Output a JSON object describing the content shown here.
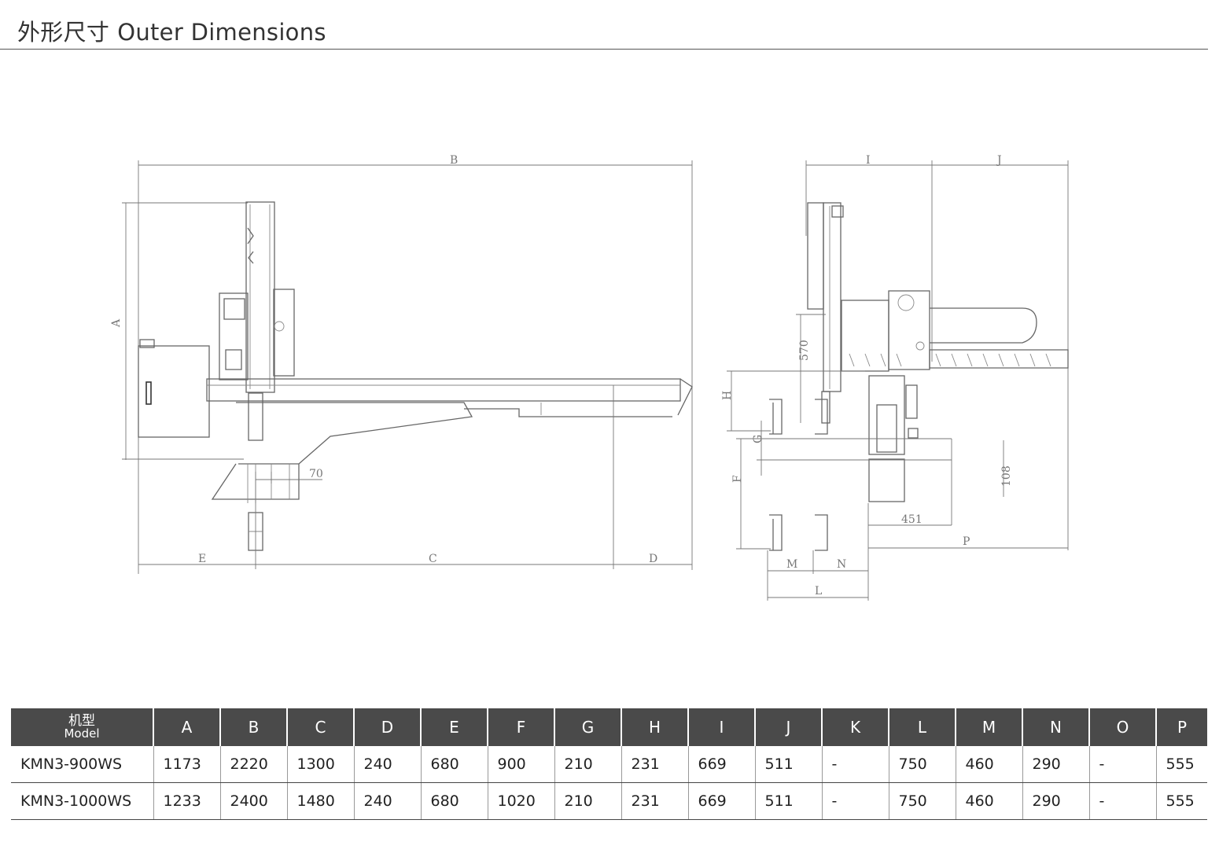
{
  "header": {
    "title_cn": "外形尺寸",
    "title_en": "Outer Dimensions"
  },
  "drawing": {
    "front_labels": {
      "A": "A",
      "B": "B",
      "C": "C",
      "D": "D",
      "E": "E",
      "v70": "70"
    },
    "side_labels": {
      "I": "I",
      "J": "J",
      "H": "H",
      "G": "G",
      "F": "F",
      "M": "M",
      "N": "N",
      "L": "L",
      "P": "P",
      "v570": "570",
      "v108": "108",
      "v451": "451"
    }
  },
  "table": {
    "model_header_cn": "机型",
    "model_header_en": "Model",
    "columns": [
      "A",
      "B",
      "C",
      "D",
      "E",
      "F",
      "G",
      "H",
      "I",
      "J",
      "K",
      "L",
      "M",
      "N",
      "O",
      "P"
    ],
    "rows": [
      {
        "model": "KMN3-900WS",
        "values": [
          "1173",
          "2220",
          "1300",
          "240",
          "680",
          "900",
          "210",
          "231",
          "669",
          "511",
          "-",
          "750",
          "460",
          "290",
          "-",
          "555"
        ]
      },
      {
        "model": "KMN3-1000WS",
        "values": [
          "1233",
          "2400",
          "1480",
          "240",
          "680",
          "1020",
          "210",
          "231",
          "669",
          "511",
          "-",
          "750",
          "460",
          "290",
          "-",
          "555"
        ]
      }
    ]
  }
}
